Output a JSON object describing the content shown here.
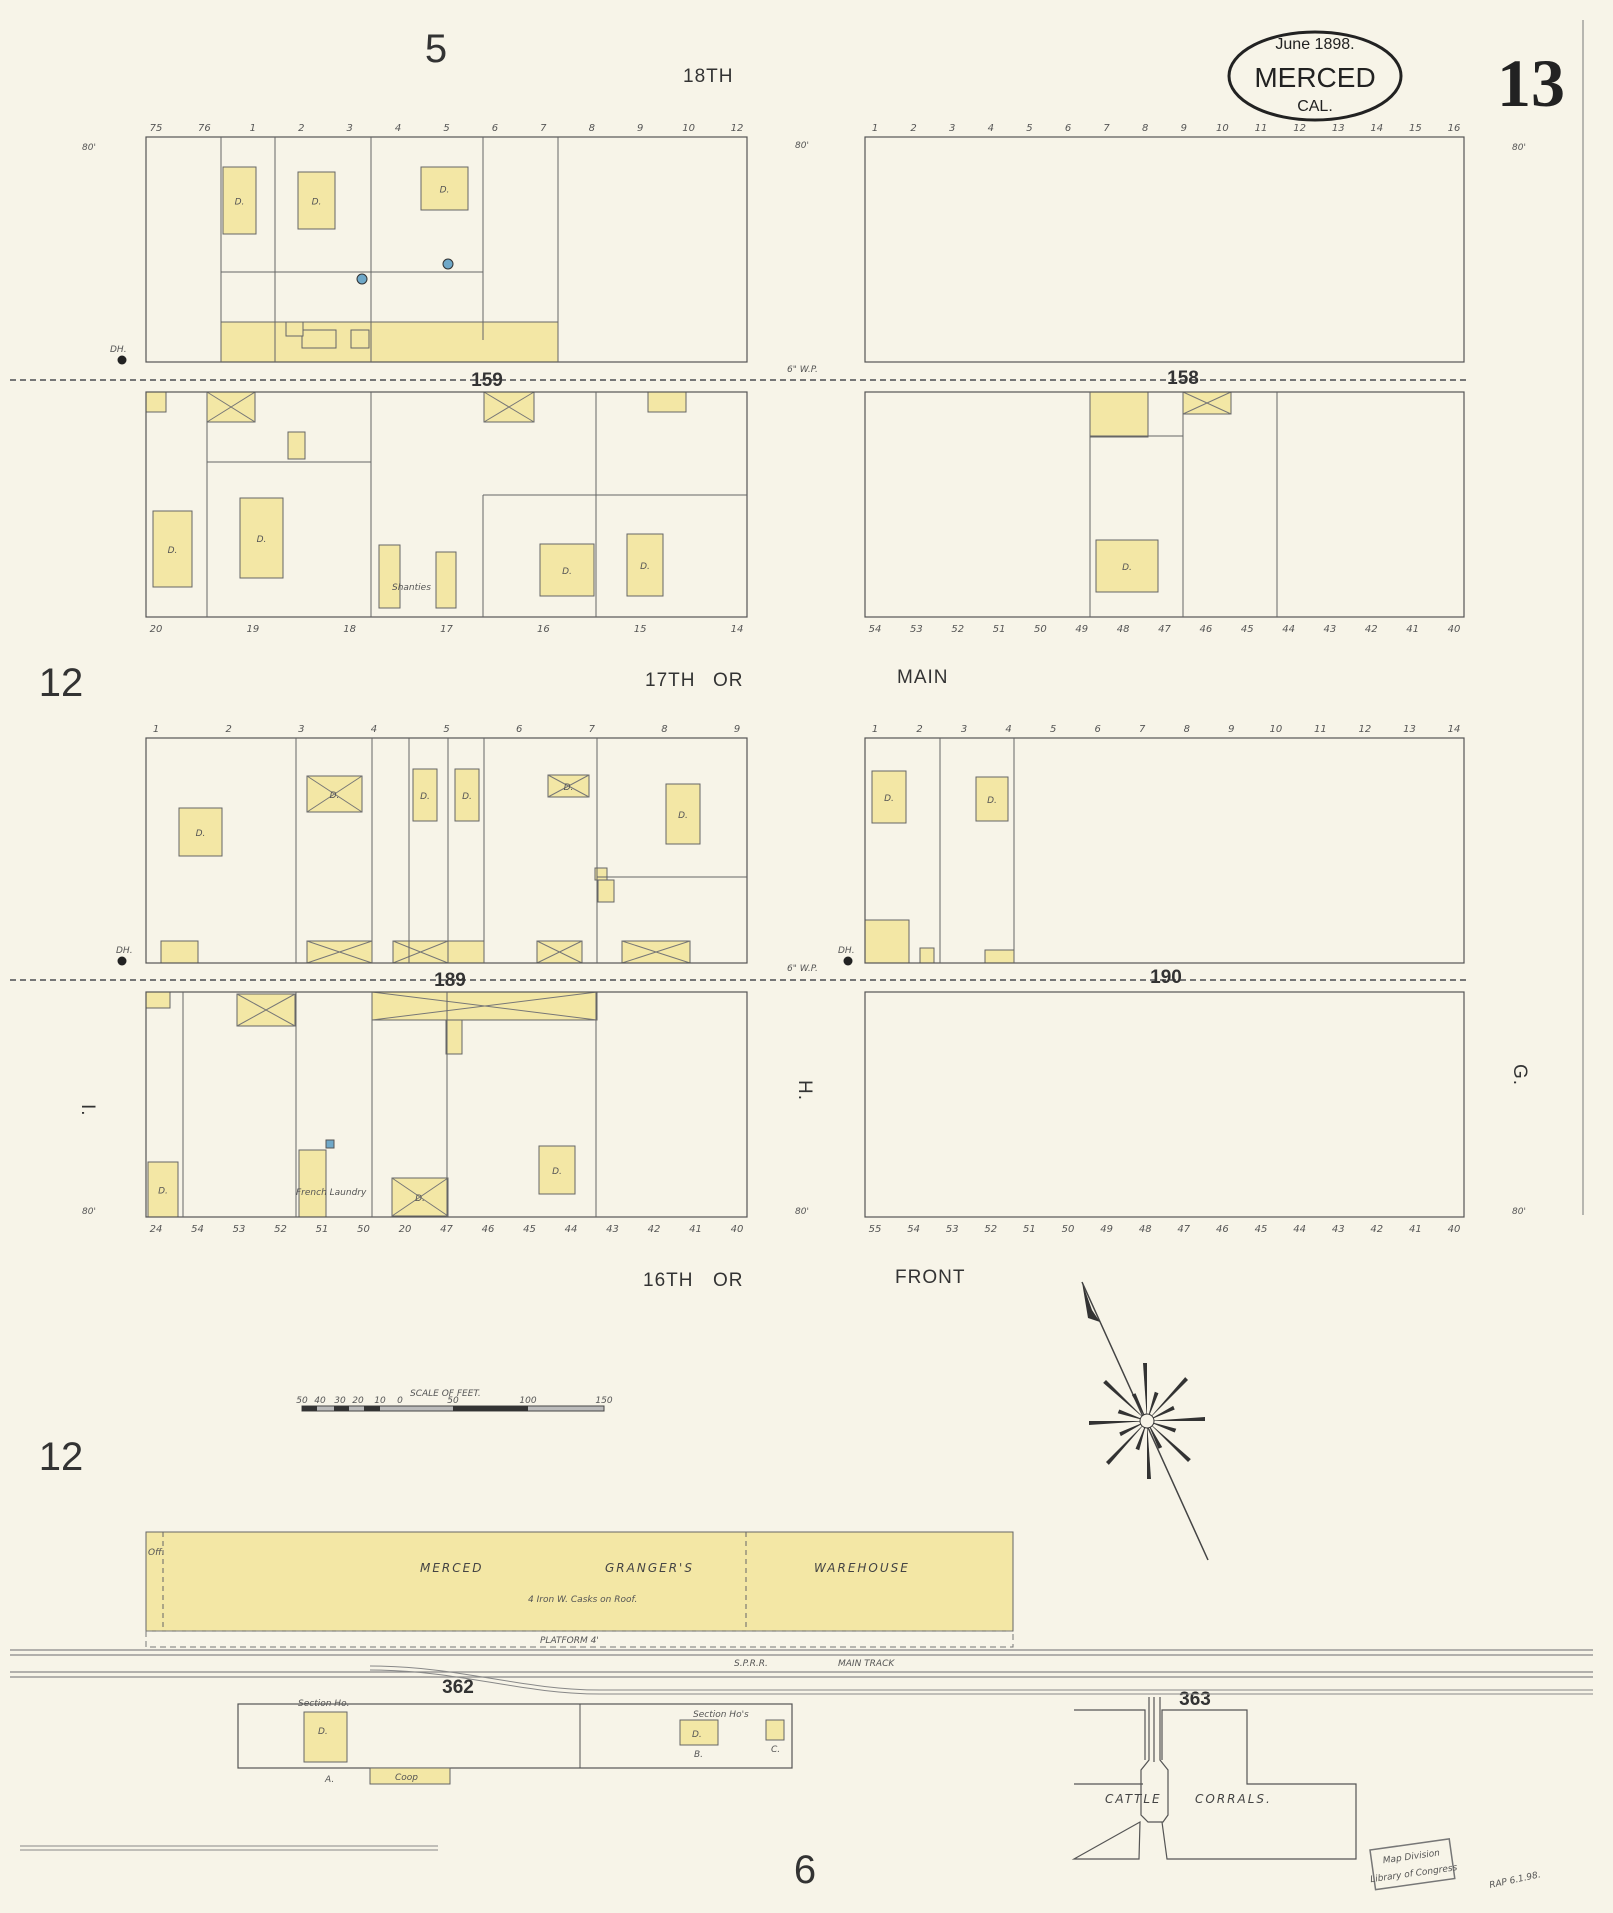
{
  "title_cartouche": {
    "date": "June 1898.",
    "city": "MERCED",
    "state": "CAL."
  },
  "sheet_number": "13",
  "adjoining_sheets": {
    "north": "5",
    "west_upper": "12",
    "west_lower": "12",
    "south": "6"
  },
  "streets": {
    "north": "18TH",
    "middle_a": "17TH",
    "middle_or": "OR",
    "middle_b": "MAIN",
    "south_a": "16TH",
    "south_or": "OR",
    "south_b": "FRONT",
    "west": "I.",
    "center": "H.",
    "east": "G."
  },
  "blocks": {
    "b159": "159",
    "b158": "158",
    "b189": "189",
    "b190": "190",
    "b362": "362",
    "b363": "363"
  },
  "lot_numbers": {
    "nw_top": [
      "75",
      "76",
      "1",
      "2",
      "3",
      "4",
      "5",
      "6",
      "7",
      "8",
      "9",
      "10",
      "12"
    ],
    "ne_top": [
      "1",
      "2",
      "3",
      "4",
      "5",
      "6",
      "7",
      "8",
      "9",
      "10",
      "11",
      "12",
      "13",
      "14",
      "15",
      "16"
    ],
    "b159_bottom": [
      "20",
      "19",
      "18",
      "17",
      "16",
      "15",
      "14"
    ],
    "b158_bottom": [
      "54",
      "53",
      "52",
      "51",
      "50",
      "49",
      "48",
      "47",
      "46",
      "45",
      "44",
      "43",
      "42",
      "41",
      "40"
    ],
    "sw_top": [
      "1",
      "2",
      "3",
      "4",
      "5",
      "6",
      "7",
      "8",
      "9"
    ],
    "se_top": [
      "1",
      "2",
      "3",
      "4",
      "5",
      "6",
      "7",
      "8",
      "9",
      "10",
      "11",
      "12",
      "13",
      "14"
    ],
    "b189_bottom": [
      "24",
      "54",
      "53",
      "52",
      "51",
      "50",
      "20",
      "47",
      "46",
      "45",
      "44",
      "43",
      "42",
      "41",
      "40"
    ],
    "b190_bottom": [
      "55",
      "54",
      "53",
      "52",
      "51",
      "50",
      "49",
      "48",
      "47",
      "46",
      "45",
      "44",
      "43",
      "42",
      "41",
      "40"
    ]
  },
  "annotations": {
    "street_width": "80'",
    "water_pipe": "6\" W.P.",
    "hydrant": "DH.",
    "shanties": "Shanties",
    "french_laundry": "French Laundry",
    "dwelling": "D.",
    "warehouse_a": "MERCED",
    "warehouse_b": "GRANGER'S",
    "warehouse_c": "WAREHOUSE",
    "warehouse_note": "4 Iron W. Casks on Roof.",
    "office": "Off.",
    "platform": "PLATFORM   4'",
    "railroad": "S.P.R.R.",
    "main_track": "MAIN TRACK",
    "section_ho": "Section Ho.",
    "section_hos": "Section Ho's",
    "lot_a": "A.",
    "lot_b": "B.",
    "lot_c": "C.",
    "coop": "Coop",
    "cattle": "CATTLE",
    "corrals": "CORRALS.",
    "stamp_line1": "Map Division",
    "stamp_line2": "Library of Congress",
    "initials": "RAP 6.1.98."
  },
  "scale": {
    "title": "SCALE OF FEET.",
    "ticks": [
      "50",
      "40",
      "30",
      "20",
      "10",
      "0",
      "50",
      "100",
      "150"
    ]
  },
  "colors": {
    "paper": "#f7f4e8",
    "frame_building": "#f3e7a5",
    "ink": "#555555",
    "hydrant": "#222222",
    "water_tank": "#6fa8c8"
  }
}
